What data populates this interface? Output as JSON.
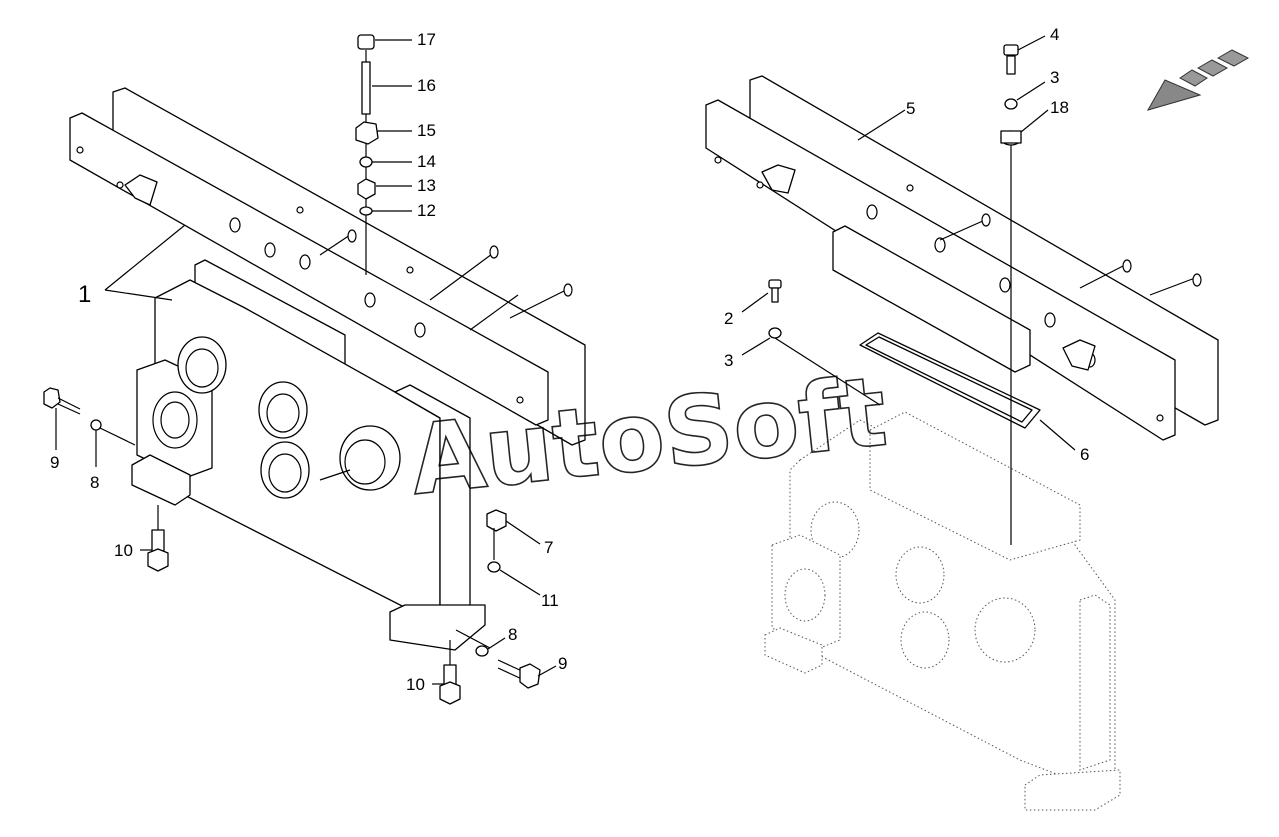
{
  "watermark": "AutoSoft",
  "callouts": {
    "c1": "1",
    "c2": "2",
    "c3a": "3",
    "c3b": "3",
    "c4": "4",
    "c5": "5",
    "c6": "6",
    "c7": "7",
    "c8a": "8",
    "c8b": "8",
    "c9a": "9",
    "c9b": "9",
    "c10a": "10",
    "c10b": "10",
    "c11": "11",
    "c12": "12",
    "c13": "13",
    "c14": "14",
    "c15": "15",
    "c16": "16",
    "c17": "17",
    "c18": "18"
  }
}
